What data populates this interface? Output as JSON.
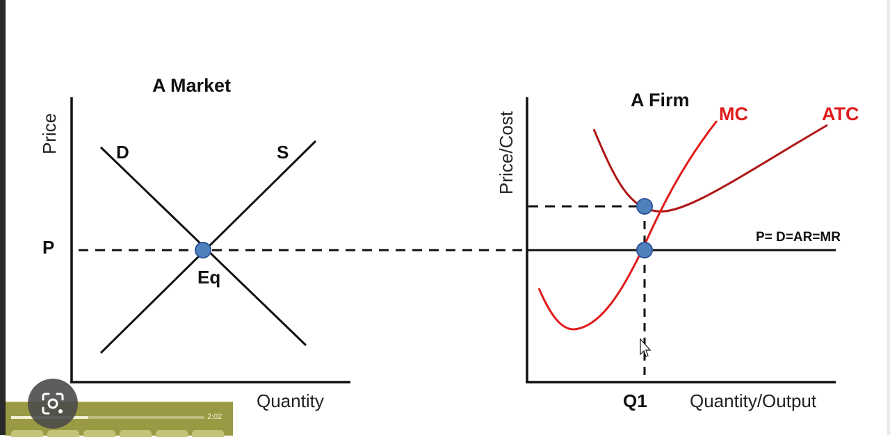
{
  "market": {
    "title": "A Market",
    "y_axis_label": "Price",
    "x_axis_label": "Quantity",
    "demand_label": "D",
    "supply_label": "S",
    "price_label": "P",
    "equilibrium_label": "Eq"
  },
  "firm": {
    "title": "A Firm",
    "y_axis_label": "Price/Cost",
    "x_axis_label": "Quantity/Output",
    "mc_label": "MC",
    "atc_label": "ATC",
    "price_line_label": "P= D=AR=MR",
    "quantity_label": "Q1"
  },
  "colors": {
    "mc_curve": "#e01b1b",
    "atc_curve": "#b01616",
    "point_fill": "#4f81bd",
    "point_stroke": "#2f5597"
  },
  "video_player": {
    "elapsed_time": "2:02",
    "progress": 0.4
  },
  "icons": {
    "visual_search": "lens-icon",
    "cursor": "pointer-cursor-icon"
  }
}
